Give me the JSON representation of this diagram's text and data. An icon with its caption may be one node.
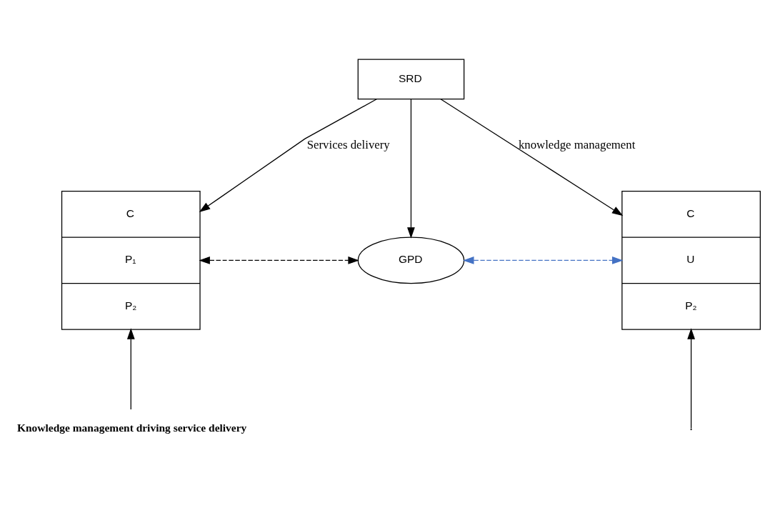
{
  "diagram": {
    "nodes": [
      {
        "text": [
          "SRD"
        ]
      },
      {
        "text": [
          "C",
          "P₁",
          "P₂"
        ]
      },
      {
        "text": [
          "GPD"
        ]
      },
      {
        "text": [
          "C",
          "U",
          "P₂"
        ]
      },
      {
        "text": [
          "Knowledge management driving service delivery"
        ]
      }
    ],
    "edges": [
      {
        "from": 0,
        "to": 1,
        "arrow": "to",
        "label": "Services delivery"
      },
      {
        "from": 0,
        "to": 2,
        "arrow": "to"
      },
      {
        "from": 0,
        "to": 3,
        "arrow": "to",
        "label": "knowledge management"
      },
      {
        "from": 1,
        "to": 2,
        "arrow": "both",
        "style": "dashed"
      },
      {
        "from": 2,
        "to": 3,
        "arrow": "both",
        "style": "dashed",
        "color": "#4472c4"
      },
      {
        "from": 4,
        "to": 1,
        "arrow": "to"
      },
      {
        "from": null,
        "to": 3,
        "arrow": "to"
      }
    ]
  }
}
